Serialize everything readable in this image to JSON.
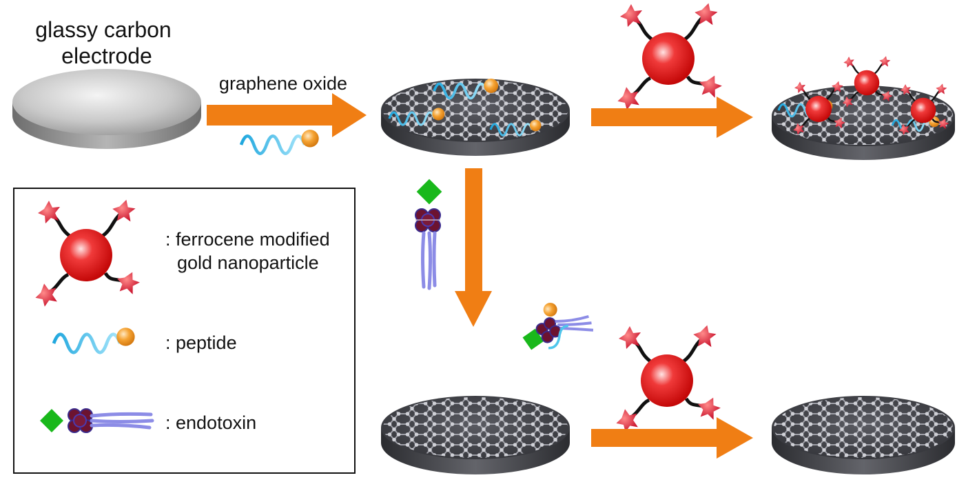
{
  "labels": {
    "electrode_line1": "glassy carbon",
    "electrode_line2": "electrode",
    "step1": "graphene oxide"
  },
  "legend": {
    "items": [
      {
        "line1": ": ferrocene modified",
        "line2": "gold nanoparticle"
      },
      {
        "line1": ": peptide"
      },
      {
        "line1": ": endotoxin"
      }
    ]
  },
  "colors": {
    "arrow": "#f07e14",
    "nanoparticle": "#e01616",
    "star": "#d81c2c",
    "peptide": "#4fc6ec",
    "peptide_bead": "#f39c2a",
    "endotoxin_diamond": "#19b81b",
    "endotoxin_core": "#6c1330",
    "endotoxin_tails": "#8c8ce6",
    "graphene": "#3a3b40",
    "electrode": "#bdbdbd"
  }
}
